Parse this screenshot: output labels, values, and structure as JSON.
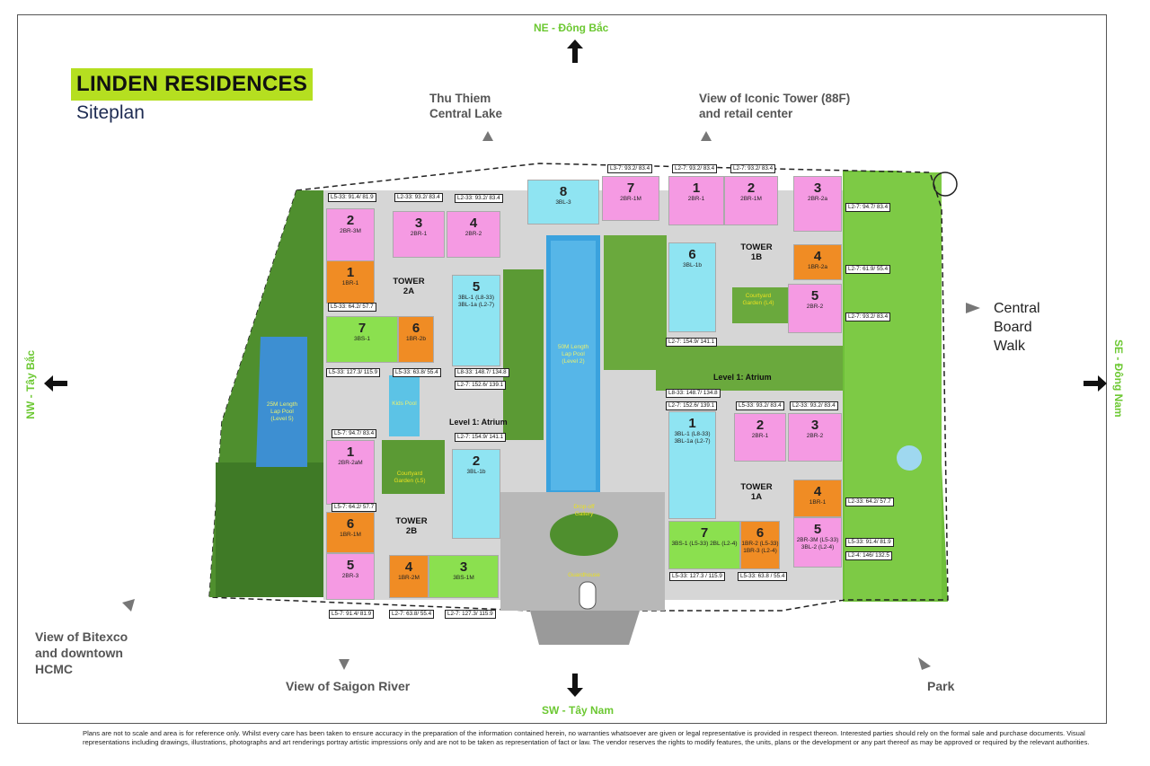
{
  "title": "LINDEN RESIDENCES",
  "subtitle": "Siteplan",
  "directions": {
    "north": "NE - Đông Bắc",
    "south": "SW - Tây Nam",
    "west": "NW - Tây Bắc",
    "east": "SE - Đông Nam"
  },
  "views": {
    "lake": [
      "Thu Thiem",
      "Central Lake"
    ],
    "iconic": [
      "View of Iconic Tower (88F)",
      "and retail center"
    ],
    "boardwalk": [
      "Central",
      "Board",
      "Walk"
    ],
    "bitexco": [
      "View of Bitexco",
      "and downtown",
      "HCMC"
    ],
    "river": "View of Saigon River",
    "park": "Park"
  },
  "towers": {
    "t2a": [
      "TOWER",
      "2A"
    ],
    "t2b": [
      "TOWER",
      "2B"
    ],
    "t1a": [
      "TOWER",
      "1A"
    ],
    "t1b": [
      "TOWER",
      "1B"
    ]
  },
  "levels": {
    "atrium_left": "Level 1: Atrium",
    "atrium_right": "Level 1: Atrium"
  },
  "amenities": {
    "pool_left": [
      "25M Length",
      "Lap Pool",
      "(Level 5)"
    ],
    "pool_small": [
      "Kids Pool"
    ],
    "pool_main": [
      "50M Length",
      "Lap Pool",
      "(Level 2)"
    ],
    "garden_left": [
      "Courtyard",
      "Garden (L5)"
    ],
    "garden_right": [
      "Courtyard",
      "Garden (L4)"
    ],
    "dropoff": [
      "Drop-off",
      "Gallery"
    ],
    "guardhouse": "Guardhouse"
  },
  "units": [
    {
      "id": "2a2",
      "num": "2",
      "type": "2BR-3M",
      "color": "pink"
    },
    {
      "id": "2a1",
      "num": "1",
      "type": "1BR-1",
      "color": "orange"
    },
    {
      "id": "2a3",
      "num": "3",
      "type": "2BR-1",
      "color": "pink"
    },
    {
      "id": "2a4",
      "num": "4",
      "type": "2BR-2",
      "color": "pink"
    },
    {
      "id": "2a5",
      "num": "5",
      "type": "3BL-1 (L8-33) 3BL-1a (L2-7)",
      "color": "cyan"
    },
    {
      "id": "2a7",
      "num": "7",
      "type": "3BS-1",
      "color": "green"
    },
    {
      "id": "2a6",
      "num": "6",
      "type": "1BR-2b",
      "color": "orange"
    },
    {
      "id": "2a8",
      "num": "8",
      "type": "3BL-3",
      "color": "cyan"
    },
    {
      "id": "2a7b",
      "num": "7",
      "type": "2BR-1M",
      "color": "pink"
    },
    {
      "id": "2b1",
      "num": "1",
      "type": "2BR-2aM",
      "color": "pink"
    },
    {
      "id": "2b2",
      "num": "2",
      "type": "3BL-1b",
      "color": "cyan"
    },
    {
      "id": "2b6",
      "num": "6",
      "type": "1BR-1M",
      "color": "orange"
    },
    {
      "id": "2b5",
      "num": "5",
      "type": "2BR-3",
      "color": "pink"
    },
    {
      "id": "2b4",
      "num": "4",
      "type": "1BR-2M",
      "color": "orange"
    },
    {
      "id": "2b3",
      "num": "3",
      "type": "3BS-1M",
      "color": "green"
    },
    {
      "id": "1b1",
      "num": "1",
      "type": "2BR-1",
      "color": "pink"
    },
    {
      "id": "1b2",
      "num": "2",
      "type": "2BR-1M",
      "color": "pink"
    },
    {
      "id": "1b3",
      "num": "3",
      "type": "2BR-2a",
      "color": "pink"
    },
    {
      "id": "1b4",
      "num": "4",
      "type": "1BR-2a",
      "color": "orange"
    },
    {
      "id": "1b6",
      "num": "6",
      "type": "3BL-1b",
      "color": "cyan"
    },
    {
      "id": "1b5",
      "num": "5",
      "type": "2BR-2",
      "color": "pink"
    },
    {
      "id": "1a2",
      "num": "2",
      "type": "2BR-1",
      "color": "pink"
    },
    {
      "id": "1a3",
      "num": "3",
      "type": "2BR-2",
      "color": "pink"
    },
    {
      "id": "1a1",
      "num": "1",
      "type": "3BL-1 (L8-33) 3BL-1a (L2-7)",
      "color": "cyan"
    },
    {
      "id": "1a4",
      "num": "4",
      "type": "1BR-1",
      "color": "orange"
    },
    {
      "id": "1a7",
      "num": "7",
      "type": "3BS-1 (L5-33) 2BL (L2-4)",
      "color": "green"
    },
    {
      "id": "1a6",
      "num": "6",
      "type": "1BR-2 (L5-33) 1BR-3 (L2-4)",
      "color": "orange"
    },
    {
      "id": "1a5",
      "num": "5",
      "type": "2BR-3M (L5-33) 3BL-2 (L2-4)",
      "color": "pink"
    }
  ],
  "tags": [
    "L5-33: 91.4/ 81.9",
    "L2-33: 93.2/ 83.4",
    "L2-33: 93.2/ 83.4",
    "L5-33: 64.2/ 57.7",
    "L5-33: 127.3/ 115.9",
    "L5-33: 63.8/ 55.4",
    "L8-33: 148.7/ 134.8",
    "L2-7: 152.6/ 139.1",
    "L5-7: 94.7/ 83.4",
    "L2-7: 154.9/ 141.1",
    "L5-7: 64.2/ 57.7",
    "L5-7: 91.4/ 81.9",
    "L2-7: 63.8/ 55.4",
    "L2-7: 127.3/ 115.9",
    "L3-7: 93.2/ 83.4",
    "L2-7: 93.2/ 83.4",
    "L2-7: 93.2/ 83.4",
    "L2-7: 94.7/ 83.4",
    "L2-7: 61.9/ 55.4",
    "L2-7: 93.2/ 83.4",
    "L2-7: 154.9/ 141.1",
    "L8-33: 148.7/ 134.8",
    "L2-7: 152.6/ 139.1",
    "L5-33: 93.2/ 83.4",
    "L2-33: 93.2/ 83.4",
    "L2-33: 64.2/ 57.7",
    "L5-33: 91.4/ 81.9",
    "L2-4: 146/ 132.5",
    "L5-33: 127.3 / 115.9",
    "L5-33: 63.8 / 55.4"
  ],
  "disclaimer": "Plans are not to scale and area is for reference only. Whilst every care has been taken to ensure accuracy in the preparation of the information contained herein, no warranties whatsoever are given or legal representative is provided in respect thereon. Interested parties should rely on the formal sale and purchase documents. Visual representations including drawings, illustrations, photographs and art renderings portray artistic impressions only and are not to be taken as representation of fact or law. The vendor reserves the rights to modify features, the units, plans or the development or any part thereof as may be approved or required by the relevant authorities."
}
